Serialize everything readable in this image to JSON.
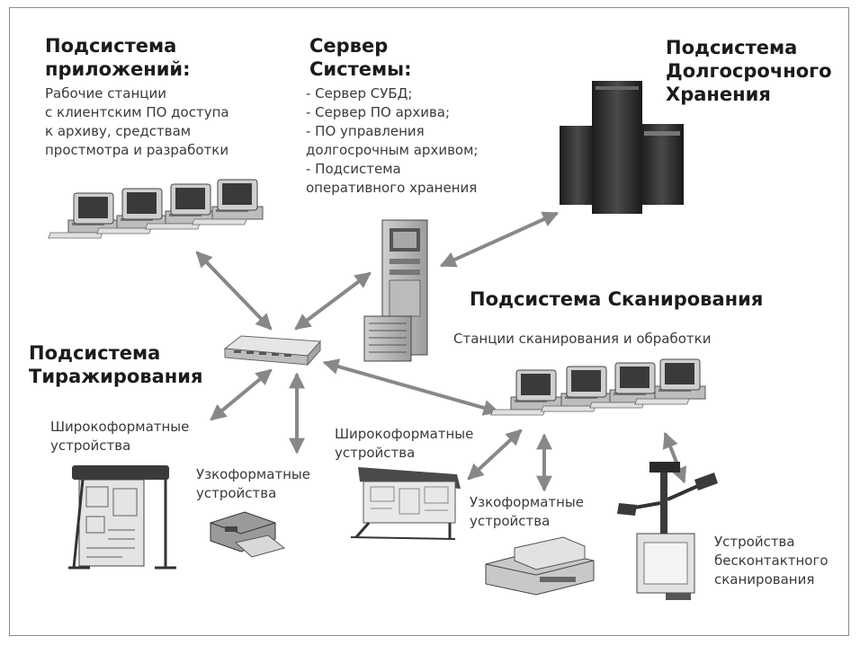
{
  "apps": {
    "title": [
      "Подсистема",
      "приложений:"
    ],
    "lines": [
      "Рабочие станции",
      "с клиентским ПО доступа",
      "к архиву, средствам",
      "простмотра и разработки"
    ]
  },
  "server": {
    "title": [
      "Сервер",
      "Системы:"
    ],
    "lines": [
      "- Сервер СУБД;",
      "- Сервер ПО архива;",
      "- ПО управления",
      "долгосрочным архивом;",
      "- Подсистема",
      "оперативного хранения"
    ]
  },
  "storage": {
    "title": [
      "Подсистема",
      "Долгосрочного",
      "Хранения"
    ]
  },
  "scanning": {
    "title": "Подсистема Сканирования",
    "stations": "Станции сканирования и обработки",
    "wide": [
      "Широкоформатные",
      "устройства"
    ],
    "narrow": [
      "Узкоформатные",
      "устройства"
    ],
    "contactless": [
      "Устройства",
      "бесконтактного",
      "сканирования"
    ]
  },
  "replication": {
    "title": [
      "Подсистема",
      "Тиражирования"
    ],
    "wide": [
      "Широкоформатные",
      "устройства"
    ],
    "narrow": [
      "Узкоформатные",
      "устройства"
    ]
  },
  "colors": {
    "arrow": "#888888",
    "device_dark": "#2e2e2e",
    "device_mid": "#9a9a9a",
    "device_light": "#d9d9d9"
  }
}
